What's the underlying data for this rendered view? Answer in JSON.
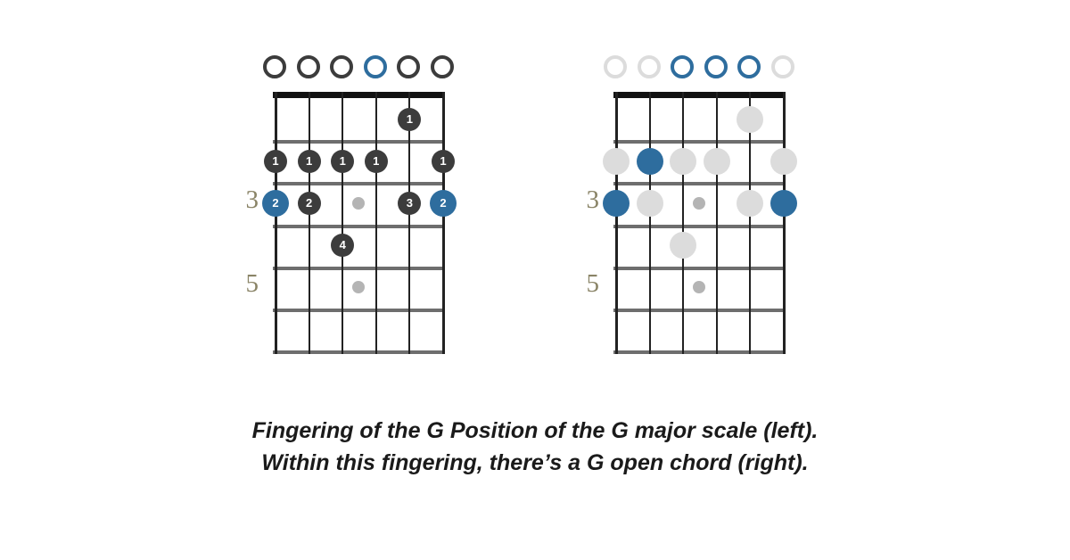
{
  "caption": {
    "line1": "Fingering of the G Position of the G major scale (left).",
    "line2": "Within this fingering, there’s a G open chord (right)."
  },
  "colors": {
    "note_dark": "#3c3c3c",
    "note_blue": "#2e6d9e",
    "note_ghost": "#dcdcdc",
    "fret_line": "#6e6e6e",
    "string": "#222222",
    "nut": "#111111",
    "fret_number": "#8a8467",
    "inlay": "#b4b4b4",
    "background": "#ffffff"
  },
  "diagrams": [
    {
      "id": "left",
      "title": "G Position of the G major scale",
      "strings": 6,
      "frets": 6,
      "fret_numbers": [
        {
          "fret": 3,
          "label": "3"
        },
        {
          "fret": 5,
          "label": "5"
        }
      ],
      "open_strings": [
        {
          "string": 1,
          "state": "open",
          "color": "dark"
        },
        {
          "string": 2,
          "state": "open",
          "color": "dark"
        },
        {
          "string": 3,
          "state": "open",
          "color": "dark"
        },
        {
          "string": 4,
          "state": "open",
          "color": "blue"
        },
        {
          "string": 5,
          "state": "open",
          "color": "dark"
        },
        {
          "string": 6,
          "state": "open",
          "color": "dark"
        }
      ],
      "notes": [
        {
          "string": 5,
          "fret": 1,
          "finger": "1",
          "color": "dark"
        },
        {
          "string": 1,
          "fret": 2,
          "finger": "1",
          "color": "dark"
        },
        {
          "string": 2,
          "fret": 2,
          "finger": "1",
          "color": "dark"
        },
        {
          "string": 3,
          "fret": 2,
          "finger": "1",
          "color": "dark"
        },
        {
          "string": 4,
          "fret": 2,
          "finger": "1",
          "color": "dark"
        },
        {
          "string": 6,
          "fret": 2,
          "finger": "1",
          "color": "dark"
        },
        {
          "string": 1,
          "fret": 3,
          "finger": "2",
          "color": "blue"
        },
        {
          "string": 2,
          "fret": 3,
          "finger": "2",
          "color": "dark"
        },
        {
          "string": 5,
          "fret": 3,
          "finger": "3",
          "color": "dark"
        },
        {
          "string": 6,
          "fret": 3,
          "finger": "2",
          "color": "blue"
        },
        {
          "string": 3,
          "fret": 4,
          "finger": "4",
          "color": "dark"
        }
      ],
      "inlays": [
        {
          "fret": 3,
          "position": "mid"
        },
        {
          "fret": 5,
          "position": "mid"
        }
      ]
    },
    {
      "id": "right",
      "title": "G open chord",
      "strings": 6,
      "frets": 6,
      "fret_numbers": [
        {
          "fret": 3,
          "label": "3"
        },
        {
          "fret": 5,
          "label": "5"
        }
      ],
      "open_strings": [
        {
          "string": 1,
          "state": "open",
          "color": "ghost"
        },
        {
          "string": 2,
          "state": "open",
          "color": "ghost"
        },
        {
          "string": 3,
          "state": "open",
          "color": "blue"
        },
        {
          "string": 4,
          "state": "open",
          "color": "blue"
        },
        {
          "string": 5,
          "state": "open",
          "color": "blue"
        },
        {
          "string": 6,
          "state": "open",
          "color": "ghost"
        }
      ],
      "notes": [
        {
          "string": 5,
          "fret": 1,
          "finger": "",
          "color": "ghost"
        },
        {
          "string": 1,
          "fret": 2,
          "finger": "",
          "color": "ghost"
        },
        {
          "string": 2,
          "fret": 2,
          "finger": "",
          "color": "blue"
        },
        {
          "string": 3,
          "fret": 2,
          "finger": "",
          "color": "ghost"
        },
        {
          "string": 4,
          "fret": 2,
          "finger": "",
          "color": "ghost"
        },
        {
          "string": 6,
          "fret": 2,
          "finger": "",
          "color": "ghost"
        },
        {
          "string": 1,
          "fret": 3,
          "finger": "",
          "color": "blue"
        },
        {
          "string": 2,
          "fret": 3,
          "finger": "",
          "color": "ghost"
        },
        {
          "string": 5,
          "fret": 3,
          "finger": "",
          "color": "ghost"
        },
        {
          "string": 6,
          "fret": 3,
          "finger": "",
          "color": "blue"
        },
        {
          "string": 3,
          "fret": 4,
          "finger": "",
          "color": "ghost"
        }
      ],
      "inlays": [
        {
          "fret": 3,
          "position": "mid"
        },
        {
          "fret": 5,
          "position": "mid"
        }
      ]
    }
  ]
}
